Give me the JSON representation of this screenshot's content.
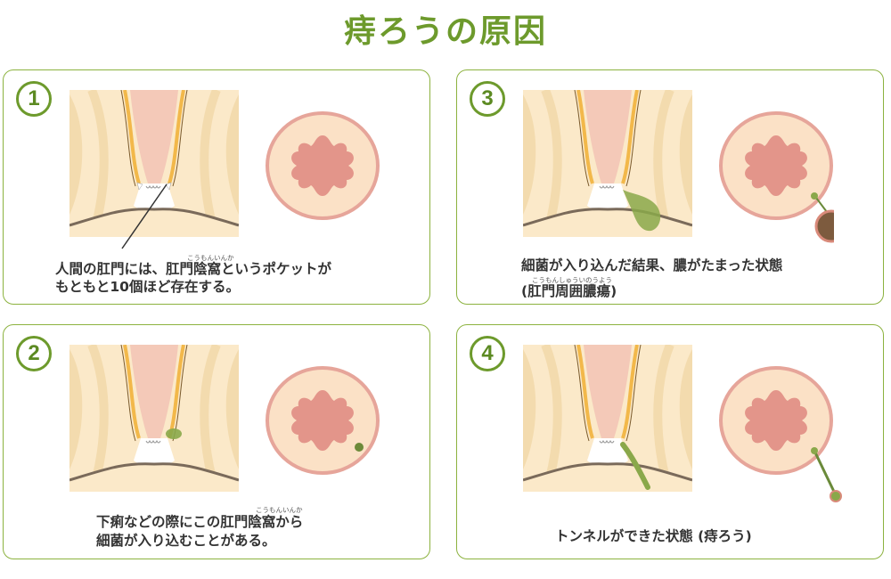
{
  "title": "痔ろうの原因",
  "panels": [
    {
      "number": "1",
      "caption_lines": [
        "人間の肛門には、肛門陰窩というポケットが",
        "もともと10個ほど存在する。"
      ],
      "ruby": "こうもんいんか"
    },
    {
      "number": "2",
      "caption_lines": [
        "下痢などの際にこの肛門陰窩から",
        "細菌が入り込むことがある。"
      ],
      "ruby": "こうもんいんか"
    },
    {
      "number": "3",
      "caption_lines": [
        "細菌が入り込んだ結果、膿がたまった状態",
        "(肛門周囲膿瘍)"
      ],
      "ruby": "こうもんしゅういのうよう"
    },
    {
      "number": "4",
      "caption_lines": [
        "トンネルができた状態 (痔ろう)"
      ],
      "ruby": ""
    }
  ],
  "colors": {
    "accent": "#6d9a2c",
    "tissue_light": "#fbe9c9",
    "tissue_fold": "#f3dbae",
    "canal": "#f4c9b8",
    "muscle": "#f2b84a",
    "infection": "#8aa84a",
    "abscess": "#7d5b3e"
  }
}
